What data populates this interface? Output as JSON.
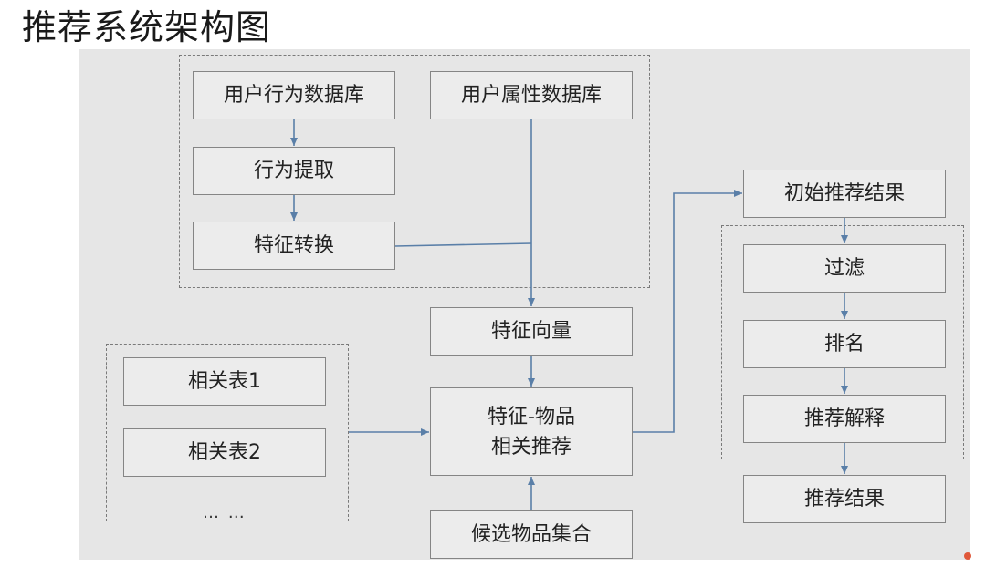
{
  "title": "推荐系统架构图",
  "nodes": {
    "user_behavior_db": "用户行为数据库",
    "user_attr_db": "用户属性数据库",
    "behavior_extract": "行为提取",
    "feature_transform": "特征转换",
    "feature_vector": "特征向量",
    "related_table_1": "相关表1",
    "related_table_2": "相关表2",
    "ellipsis": "… …",
    "feature_item_line1": "特征-物品",
    "feature_item_line2": "相关推荐",
    "candidate_items": "候选物品集合",
    "initial_results": "初始推荐结果",
    "filter": "过滤",
    "rank": "排名",
    "explain": "推荐解释",
    "final_results": "推荐结果"
  },
  "colors": {
    "arrow": "#5a7fa8",
    "box_border": "#858585",
    "background": "#e6e6e6"
  }
}
